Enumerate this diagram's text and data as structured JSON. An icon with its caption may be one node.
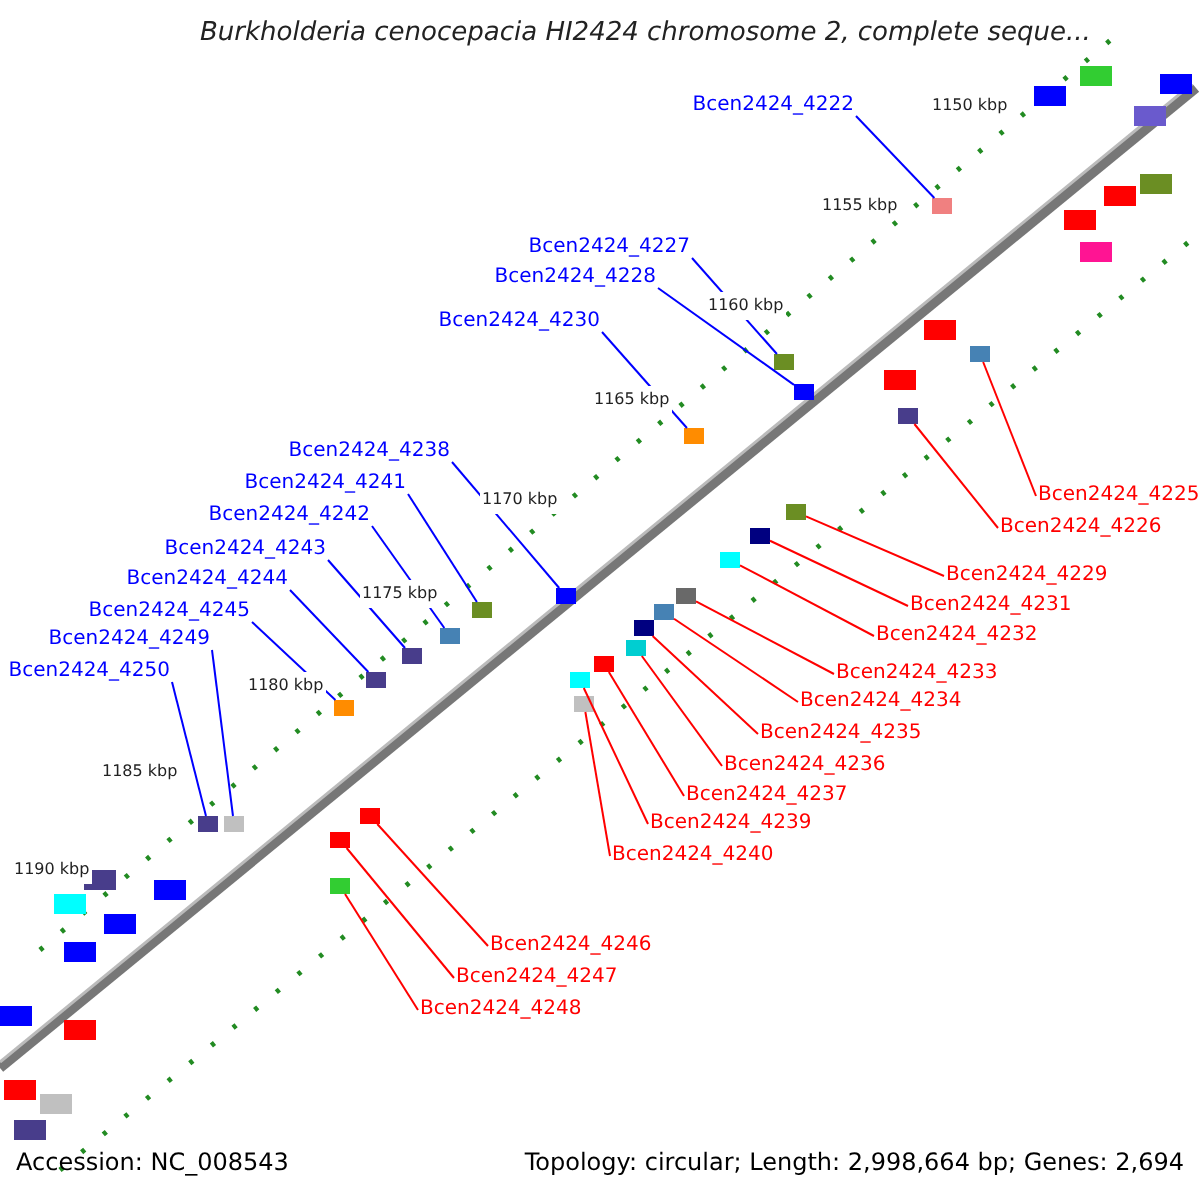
{
  "diagram": {
    "title": "Burkholderia cenocepacia HI2424 chromosome 2, complete seque...",
    "nodes": [
      {
        "text": [
          "Bcen2424_4222"
        ]
      },
      {
        "text": [
          "Bcen2424_4227"
        ]
      },
      {
        "text": [
          "Bcen2424_4228"
        ]
      },
      {
        "text": [
          "Bcen2424_4230"
        ]
      },
      {
        "text": [
          "Bcen2424_4238"
        ]
      },
      {
        "text": [
          "Bcen2424_4241"
        ]
      },
      {
        "text": [
          "Bcen2424_4242"
        ]
      },
      {
        "text": [
          "Bcen2424_4243"
        ]
      },
      {
        "text": [
          "Bcen2424_4244"
        ]
      },
      {
        "text": [
          "Bcen2424_4245"
        ]
      },
      {
        "text": [
          "Bcen2424_4249"
        ]
      },
      {
        "text": [
          "Bcen2424_4250"
        ]
      },
      {
        "text": [
          "Bcen2424_4225"
        ]
      },
      {
        "text": [
          "Bcen2424_4226"
        ]
      },
      {
        "text": [
          "Bcen2424_4229"
        ]
      },
      {
        "text": [
          "Bcen2424_4231"
        ]
      },
      {
        "text": [
          "Bcen2424_4232"
        ]
      },
      {
        "text": [
          "Bcen2424_4233"
        ]
      },
      {
        "text": [
          "Bcen2424_4234"
        ]
      },
      {
        "text": [
          "Bcen2424_4235"
        ]
      },
      {
        "text": [
          "Bcen2424_4236"
        ]
      },
      {
        "text": [
          "Bcen2424_4237"
        ]
      },
      {
        "text": [
          "Bcen2424_4239"
        ]
      },
      {
        "text": [
          "Bcen2424_4240"
        ]
      },
      {
        "text": [
          "Bcen2424_4246"
        ]
      },
      {
        "text": [
          "Bcen2424_4247"
        ]
      },
      {
        "text": [
          "Bcen2424_4248"
        ]
      },
      {
        "text": [],
        "shape": "bar"
      },
      {
        "text": [],
        "shape": "bar"
      },
      {
        "text": [],
        "shape": "bar"
      },
      {
        "text": [],
        "shape": "bar"
      },
      {
        "text": [],
        "shape": "bar"
      },
      {
        "text": [],
        "shape": "bar"
      },
      {
        "text": [],
        "shape": "bar"
      },
      {
        "text": [],
        "shape": "bar"
      },
      {
        "text": [],
        "shape": "bar"
      },
      {
        "text": [],
        "shape": "bar"
      },
      {
        "text": [],
        "shape": "bar"
      },
      {
        "text": [],
        "shape": "bar"
      },
      {
        "text": [],
        "shape": "bar"
      },
      {
        "text": [],
        "shape": "bar"
      },
      {
        "text": [],
        "shape": "bar"
      },
      {
        "text": [],
        "shape": "bar"
      },
      {
        "text": [],
        "shape": "bar"
      },
      {
        "text": [],
        "shape": "bar"
      },
      {
        "text": [],
        "shape": "bar"
      },
      {
        "text": [],
        "shape": "bar"
      },
      {
        "text": [],
        "shape": "bar"
      },
      {
        "text": [],
        "shape": "bar"
      },
      {
        "text": [],
        "shape": "bar"
      },
      {
        "text": [],
        "shape": "bar"
      },
      {
        "text": [],
        "shape": "bar"
      },
      {
        "text": [],
        "shape": "bar"
      },
      {
        "text": [],
        "shape": "bar"
      }
    ],
    "edges": [
      {
        "from": 0,
        "to": 27,
        "arrow": "none",
        "color": "#0000ff"
      },
      {
        "from": 1,
        "to": 28,
        "arrow": "none",
        "color": "#0000ff"
      },
      {
        "from": 2,
        "to": 29,
        "arrow": "none",
        "color": "#0000ff"
      },
      {
        "from": 3,
        "to": 30,
        "arrow": "none",
        "color": "#0000ff"
      },
      {
        "from": 4,
        "to": 31,
        "arrow": "none",
        "color": "#0000ff"
      },
      {
        "from": 5,
        "to": 32,
        "arrow": "none",
        "color": "#0000ff"
      },
      {
        "from": 6,
        "to": 33,
        "arrow": "none",
        "color": "#0000ff"
      },
      {
        "from": 7,
        "to": 34,
        "arrow": "none",
        "color": "#0000ff"
      },
      {
        "from": 8,
        "to": 35,
        "arrow": "none",
        "color": "#0000ff"
      },
      {
        "from": 9,
        "to": 36,
        "arrow": "none",
        "color": "#0000ff"
      },
      {
        "from": 10,
        "to": 37,
        "arrow": "none",
        "color": "#0000ff"
      },
      {
        "from": 11,
        "to": 38,
        "arrow": "none",
        "color": "#0000ff"
      },
      {
        "from": 12,
        "to": 39,
        "arrow": "none"
      },
      {
        "from": 13,
        "to": 40,
        "arrow": "none"
      },
      {
        "from": 14,
        "to": 41,
        "arrow": "none"
      },
      {
        "from": 15,
        "to": 42,
        "arrow": "none"
      },
      {
        "from": 16,
        "to": 43,
        "arrow": "none"
      },
      {
        "from": 17,
        "to": 44,
        "arrow": "none"
      },
      {
        "from": 18,
        "to": 45,
        "arrow": "none"
      },
      {
        "from": 19,
        "to": 46,
        "arrow": "none"
      },
      {
        "from": 20,
        "to": 47,
        "arrow": "none"
      },
      {
        "from": 21,
        "to": 48,
        "arrow": "none"
      },
      {
        "from": 22,
        "to": 49,
        "arrow": "none"
      },
      {
        "from": 23,
        "to": 50,
        "arrow": "none"
      },
      {
        "from": 24,
        "to": 51,
        "arrow": "none"
      },
      {
        "from": 25,
        "to": 52,
        "arrow": "none"
      },
      {
        "from": 26,
        "to": 53,
        "arrow": "none"
      }
    ],
    "labels": [
      "1150 kbp",
      "1155 kbp",
      "1160 kbp",
      "1165 kbp",
      "1170 kbp",
      "1175 kbp",
      "1180 kbp",
      "1185 kbp",
      "1190 kbp",
      "Accession: NC_008543",
      "Topology: circular; Length: 2,998,664 bp; Genes: 2,694"
    ]
  }
}
